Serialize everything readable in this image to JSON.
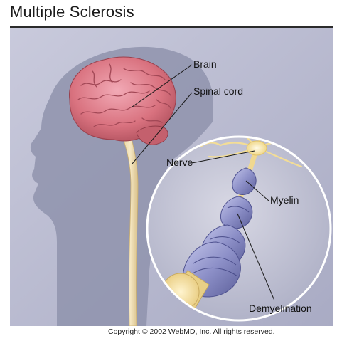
{
  "title": "Multiple Sclerosis",
  "labels": {
    "brain": "Brain",
    "spinal_cord": "Spinal cord",
    "nerve": "Nerve",
    "myelin": "Myelin",
    "demyelination": "Demyelination"
  },
  "copyright": "Copyright © 2002 WebMD, Inc. All rights reserved."
}
